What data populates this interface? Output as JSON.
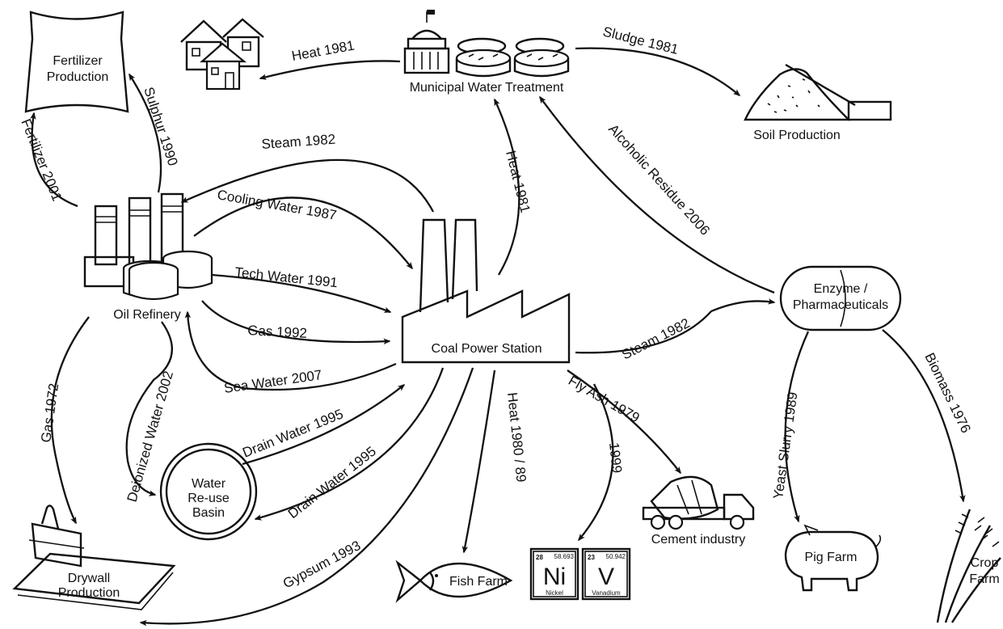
{
  "nodes": {
    "fertilizer": [
      "Fertilizer",
      "Production"
    ],
    "municipal": "Municipal Water Treatment",
    "soil": "Soil Production",
    "oil_refinery": "Oil Refinery",
    "coal": "Coal Power Station",
    "enzyme": [
      "Enzyme /",
      "Pharmaceuticals"
    ],
    "basin": [
      "Water",
      "Re-use",
      "Basin"
    ],
    "drywall": [
      "Drywall",
      "Production"
    ],
    "fish": "Fish Farm",
    "cement": "Cement industry",
    "pig": "Pig Farm",
    "crop": [
      "Crop",
      "Farm"
    ]
  },
  "elements": {
    "ni": {
      "number": "28",
      "mass": "58.693",
      "symbol": "Ni",
      "name": "Nickel"
    },
    "v": {
      "number": "23",
      "mass": "50.942",
      "symbol": "V",
      "name": "Vanadium"
    }
  },
  "flows": {
    "heat_homes": "Heat 1981",
    "sludge": "Sludge 1981",
    "sulphur": "Sulphur 1990",
    "fertilizer": "Fertilizer 2001",
    "steam_refinery": "Steam 1982",
    "cooling_water": "Cooling Water 1987",
    "heat_municipal": "Heat 1981",
    "alcoholic_residue": "Alcoholic Residue 2006",
    "tech_water": "Tech Water 1991",
    "gas_1992": "Gas 1992",
    "steam_enzyme": "Steam 1982",
    "sea_water": "Sea Water 2007",
    "deionized_water": "Deionized Water 2002",
    "gas_1972": "Gas 1972",
    "drain_water_a": "Drain Water 1995",
    "drain_water_b": "Drain Water 1995",
    "heat_fish": "Heat 1980 / 89",
    "fly_ash": "Fly Ash 1979",
    "metals": "1999",
    "gypsum": "Gypsum 1993",
    "yeast_slurry": "Yeast Slurry 1989",
    "biomass": "Biomass 1976"
  }
}
